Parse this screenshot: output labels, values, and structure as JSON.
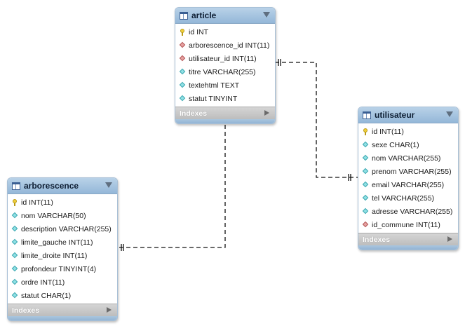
{
  "tables": {
    "article": {
      "title": "article",
      "indexes_label": "Indexes",
      "columns": [
        {
          "kind": "pk",
          "label": "id INT"
        },
        {
          "kind": "fk",
          "label": "arborescence_id INT(11)"
        },
        {
          "kind": "fk",
          "label": "utilisateur_id INT(11)"
        },
        {
          "kind": "field",
          "label": "titre VARCHAR(255)"
        },
        {
          "kind": "field",
          "label": "textehtml TEXT"
        },
        {
          "kind": "field",
          "label": "statut TINYINT"
        }
      ]
    },
    "utilisateur": {
      "title": "utilisateur",
      "indexes_label": "Indexes",
      "columns": [
        {
          "kind": "pk",
          "label": "id INT(11)"
        },
        {
          "kind": "field",
          "label": "sexe CHAR(1)"
        },
        {
          "kind": "field",
          "label": "nom VARCHAR(255)"
        },
        {
          "kind": "field",
          "label": "prenom VARCHAR(255)"
        },
        {
          "kind": "field",
          "label": "email VARCHAR(255)"
        },
        {
          "kind": "field",
          "label": "tel VARCHAR(255)"
        },
        {
          "kind": "field",
          "label": "adresse VARCHAR(255)"
        },
        {
          "kind": "fk",
          "label": "id_commune INT(11)"
        }
      ]
    },
    "arborescence": {
      "title": "arborescence",
      "indexes_label": "Indexes",
      "columns": [
        {
          "kind": "pk",
          "label": "id INT(11)"
        },
        {
          "kind": "field",
          "label": "nom VARCHAR(50)"
        },
        {
          "kind": "field",
          "label": "description VARCHAR(255)"
        },
        {
          "kind": "field",
          "label": "limite_gauche INT(11)"
        },
        {
          "kind": "field",
          "label": "limite_droite INT(11)"
        },
        {
          "kind": "field",
          "label": "profondeur TINYINT(4)"
        },
        {
          "kind": "field",
          "label": "ordre INT(11)"
        },
        {
          "kind": "field",
          "label": "statut CHAR(1)"
        }
      ]
    }
  },
  "relationships": [
    {
      "from": "article",
      "to": "utilisateur",
      "style": "one-to-many"
    },
    {
      "from": "article",
      "to": "arborescence",
      "style": "one-to-many"
    }
  ],
  "icons": {
    "table": "table-icon",
    "primary_key": "key-icon",
    "foreign_key": "foreign-key-diamond-icon",
    "column": "column-diamond-icon",
    "collapse": "collapse-triangle-icon",
    "expand": "expand-triangle-icon"
  },
  "colors": {
    "header": "#a9c7e2",
    "column_icon": "#8fe0e5",
    "fk_icon": "#e6a0a0",
    "pk_icon": "#f0cf3a",
    "indexes_bar": "#c9c9c9",
    "connector": "#111111"
  }
}
